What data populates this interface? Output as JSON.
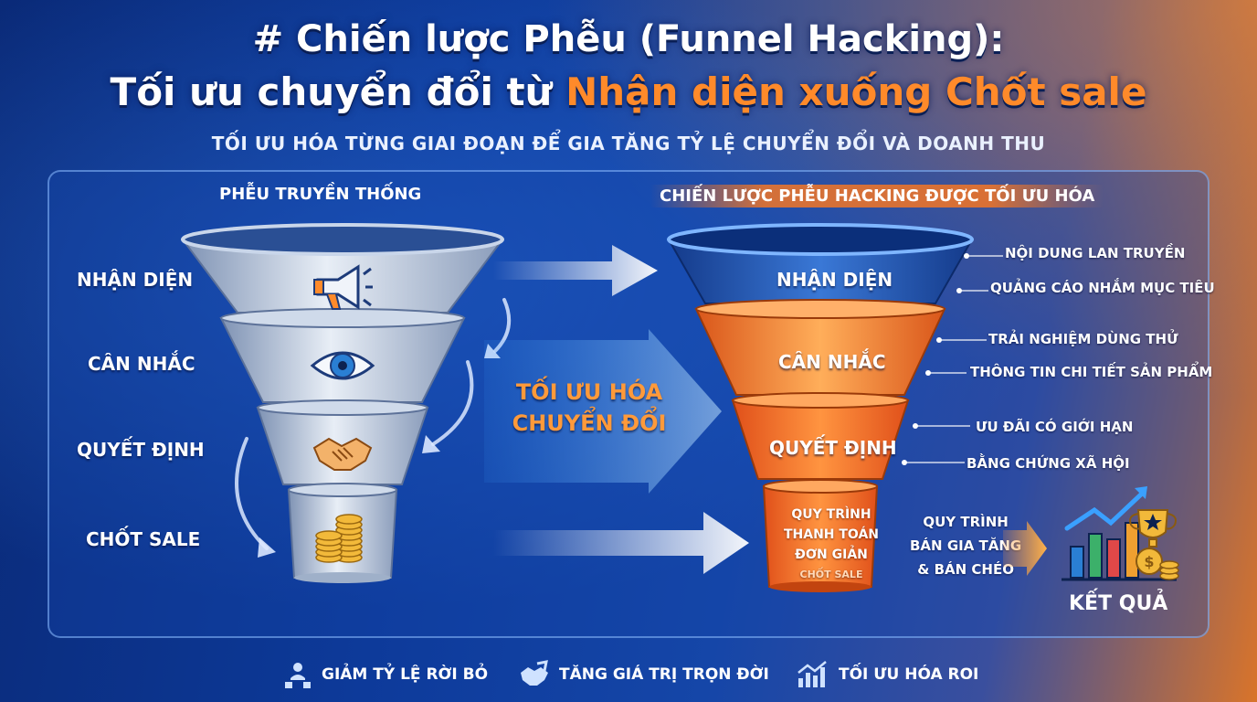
{
  "header": {
    "title_line1": "# Chiến lược Phễu (Funnel Hacking):",
    "title_line2_prefix": "Tối ưu chuyển đổi từ ",
    "title_line2_highlight": "Nhận diện xuống Chốt sale",
    "subtitle": "TỐI ƯU HÓA TỪNG GIAI ĐOẠN ĐỂ GIA TĂNG TỶ LỆ CHUYỂN ĐỔI VÀ DOANH THU"
  },
  "traditional": {
    "heading": "PHỄU TRUYỀN THỐNG",
    "stages": [
      "NHẬN DIỆN",
      "CÂN NHẮC",
      "QUYẾT ĐỊNH",
      "CHỐT SALE"
    ]
  },
  "center": {
    "line1": "TỐI ƯU HÓA",
    "line2": "CHUYỂN ĐỔI"
  },
  "optimized": {
    "heading": "CHIẾN LƯỢC PHỄU HACKING ĐƯỢC TỐI ƯU HÓA",
    "stages": [
      "NHẬN DIỆN",
      "CÂN NHẮC",
      "QUYẾT ĐỊNH"
    ],
    "final_stage": {
      "line1": "QUY TRÌNH",
      "line2": "THANH TOÁN",
      "line3": "ĐƠN GIẢN",
      "caption": "CHỐT SALE"
    },
    "tactics": {
      "awareness": [
        "NỘI DUNG LAN TRUYỀN",
        "QUẢNG CÁO NHẮM MỤC TIÊU"
      ],
      "consideration": [
        "TRẢI NGHIỆM DÙNG THỬ",
        "THÔNG TIN CHI TIẾT SẢN PHẨM"
      ],
      "decision": [
        "ƯU ĐÃI CÓ GIỚI HẠN",
        "BẰNG CHỨNG XÃ HỘI"
      ],
      "closing": [
        "QUY TRÌNH",
        "BÁN GIA TĂNG",
        "& BÁN CHÉO"
      ]
    },
    "result_label": "KẾT QUẢ"
  },
  "footer": {
    "items": [
      {
        "label": "GIẢM TỶ LỆ RỜI BỎ",
        "icon": "users-icon"
      },
      {
        "label": "TĂNG GIÁ TRỊ TRỌN ĐỜI",
        "icon": "handshake-icon"
      },
      {
        "label": "TỐI ƯU HÓA ROI",
        "icon": "growth-chart-icon"
      }
    ]
  },
  "colors": {
    "orange": "#ff8a2a",
    "blue_funnel": "#1e4fb8",
    "steel_funnel": "#b8c6da"
  }
}
